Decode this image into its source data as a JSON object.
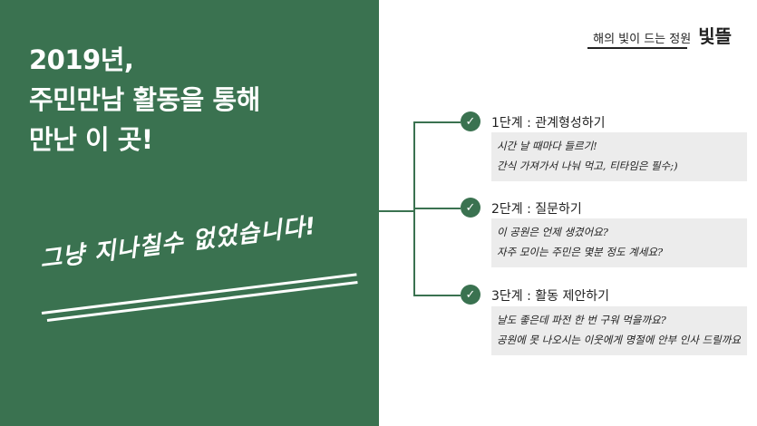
{
  "headline": [
    "2019년,",
    "주민만남 활동을 통해",
    "만난 이 곳!"
  ],
  "slogan": "그냥 지나칠수 없었습니다!",
  "brand": {
    "subtitle": "해의 빛이 드는 정원",
    "title": "빛뜰"
  },
  "steps": [
    {
      "title": "1단계 : 관계형성하기",
      "lines": [
        "시간 날 때마다 들르기!",
        "간식 가져가서 나눠 먹고, 티타임은 필수;)"
      ]
    },
    {
      "title": "2단계 : 질문하기",
      "lines": [
        "이 공원은 언제 생겼어요?",
        "자주 모이는 주민은 몇분 정도 계세요?"
      ]
    },
    {
      "title": "3단계 : 활동 제안하기",
      "lines": [
        "날도 좋은데 파전 한 번 구워 먹을까요?",
        "공원에 못 나오시는 이웃에게 명절에 안부 인사 드릴까요?"
      ]
    }
  ],
  "colors": {
    "green": "#3a7250",
    "note_bg": "#ececec",
    "text": "#222222"
  },
  "icons": {
    "step": "check-circle-icon"
  }
}
